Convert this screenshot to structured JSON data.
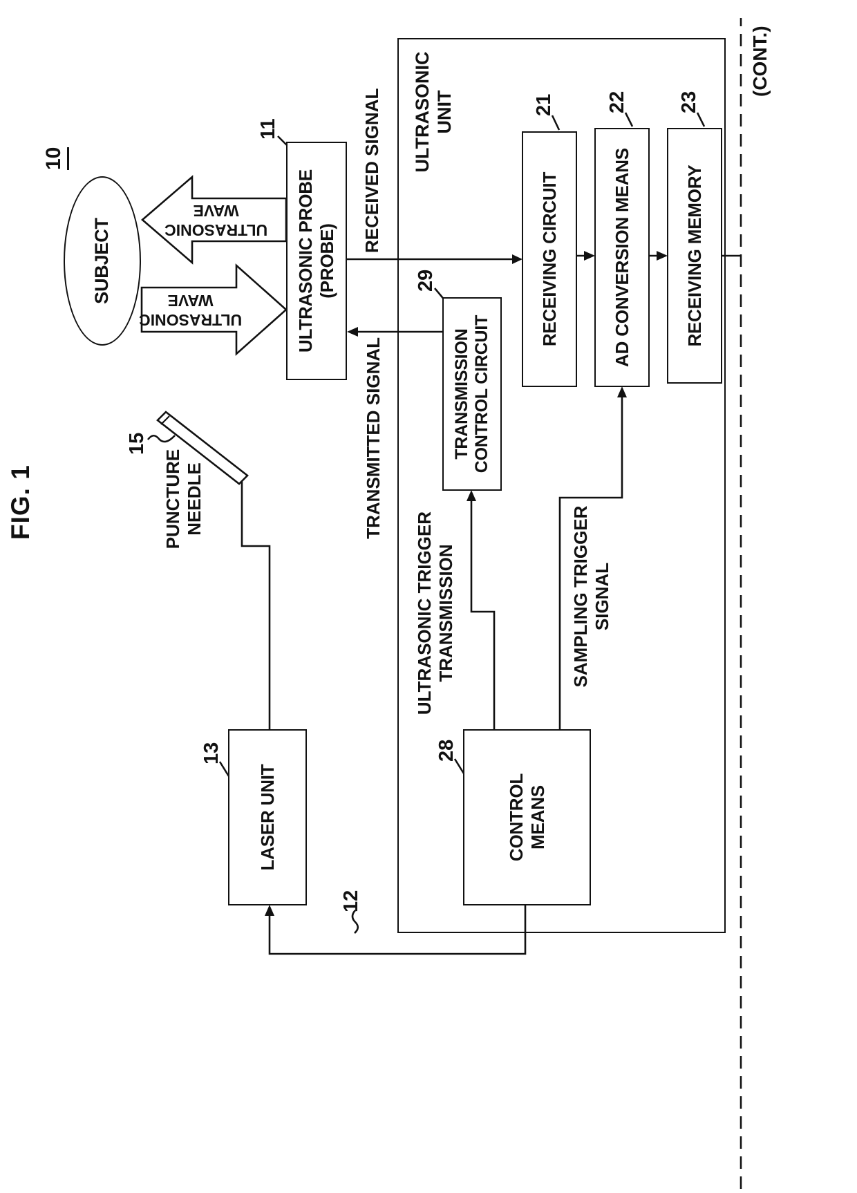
{
  "style": {
    "ink": "#111111",
    "paper": "#ffffff"
  },
  "figure": {
    "title": "FIG. 1",
    "system_ref": "10",
    "cont": "(CONT.)"
  },
  "blocks": {
    "subject": {
      "label": "SUBJECT"
    },
    "probe": {
      "line1": "ULTRASONIC PROBE",
      "line2": "(PROBE)",
      "ref": "11"
    },
    "unit": {
      "line1": "ULTRASONIC",
      "line2": "UNIT",
      "ref": "12"
    },
    "receiving_circuit": {
      "label": "RECEIVING CIRCUIT",
      "ref": "21"
    },
    "ad_conversion": {
      "label": "AD CONVERSION MEANS",
      "ref": "22"
    },
    "receiving_memory": {
      "label": "RECEIVING MEMORY",
      "ref": "23"
    },
    "transmission_control": {
      "line1": "TRANSMISSION",
      "line2": "CONTROL CIRCUIT",
      "ref": "29"
    },
    "laser": {
      "label": "LASER UNIT",
      "ref": "13"
    },
    "control": {
      "line1": "CONTROL",
      "line2": "MEANS",
      "ref": "28"
    },
    "needle": {
      "line1": "PUNCTURE",
      "line2": "NEEDLE",
      "ref": "15"
    }
  },
  "signals": {
    "received": "RECEIVED SIGNAL",
    "transmitted": "TRANSMITTED SIGNAL",
    "us_trigger_line1": "ULTRASONIC TRIGGER",
    "us_trigger_line2": "TRANSMISSION",
    "sampling_line1": "SAMPLING TRIGGER",
    "sampling_line2": "SIGNAL",
    "wave_tx_line1": "ULTRASONIC",
    "wave_tx_line2": "WAVE",
    "wave_rx_line1": "ULTRASONIC",
    "wave_rx_line2": "WAVE"
  }
}
